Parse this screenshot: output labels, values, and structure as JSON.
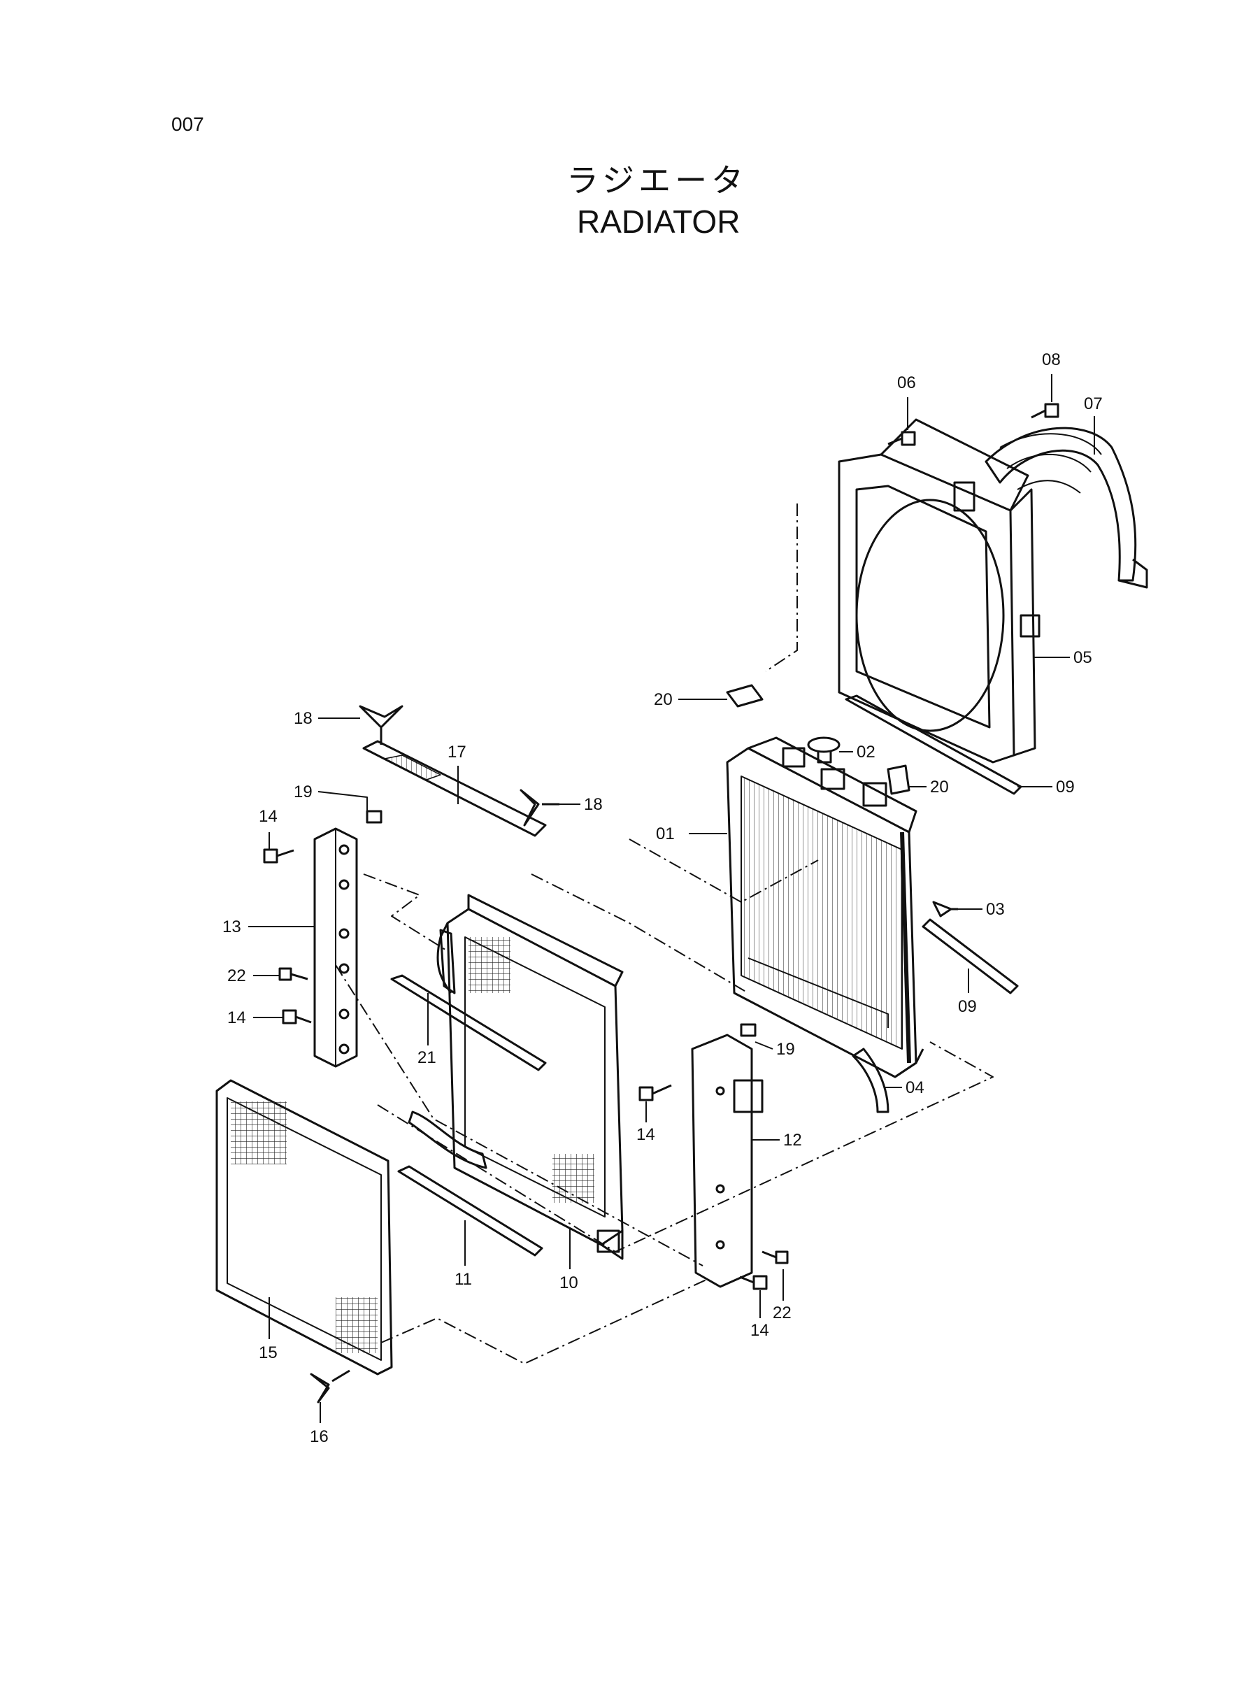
{
  "page": {
    "number": "007",
    "title_jp": "ラジエータ",
    "title_en": "RADIATOR"
  },
  "callouts": {
    "c01": "01",
    "c02": "02",
    "c03": "03",
    "c04": "04",
    "c05": "05",
    "c06": "06",
    "c07": "07",
    "c08": "08",
    "c09a": "09",
    "c09b": "09",
    "c10": "10",
    "c11": "11",
    "c12": "12",
    "c13": "13",
    "c14a": "14",
    "c14b": "14",
    "c14c": "14",
    "c14d": "14",
    "c15": "15",
    "c16": "16",
    "c17": "17",
    "c18a": "18",
    "c18b": "18",
    "c19a": "19",
    "c19b": "19",
    "c20a": "20",
    "c20b": "20",
    "c21": "21",
    "c22a": "22",
    "c22b": "22"
  }
}
